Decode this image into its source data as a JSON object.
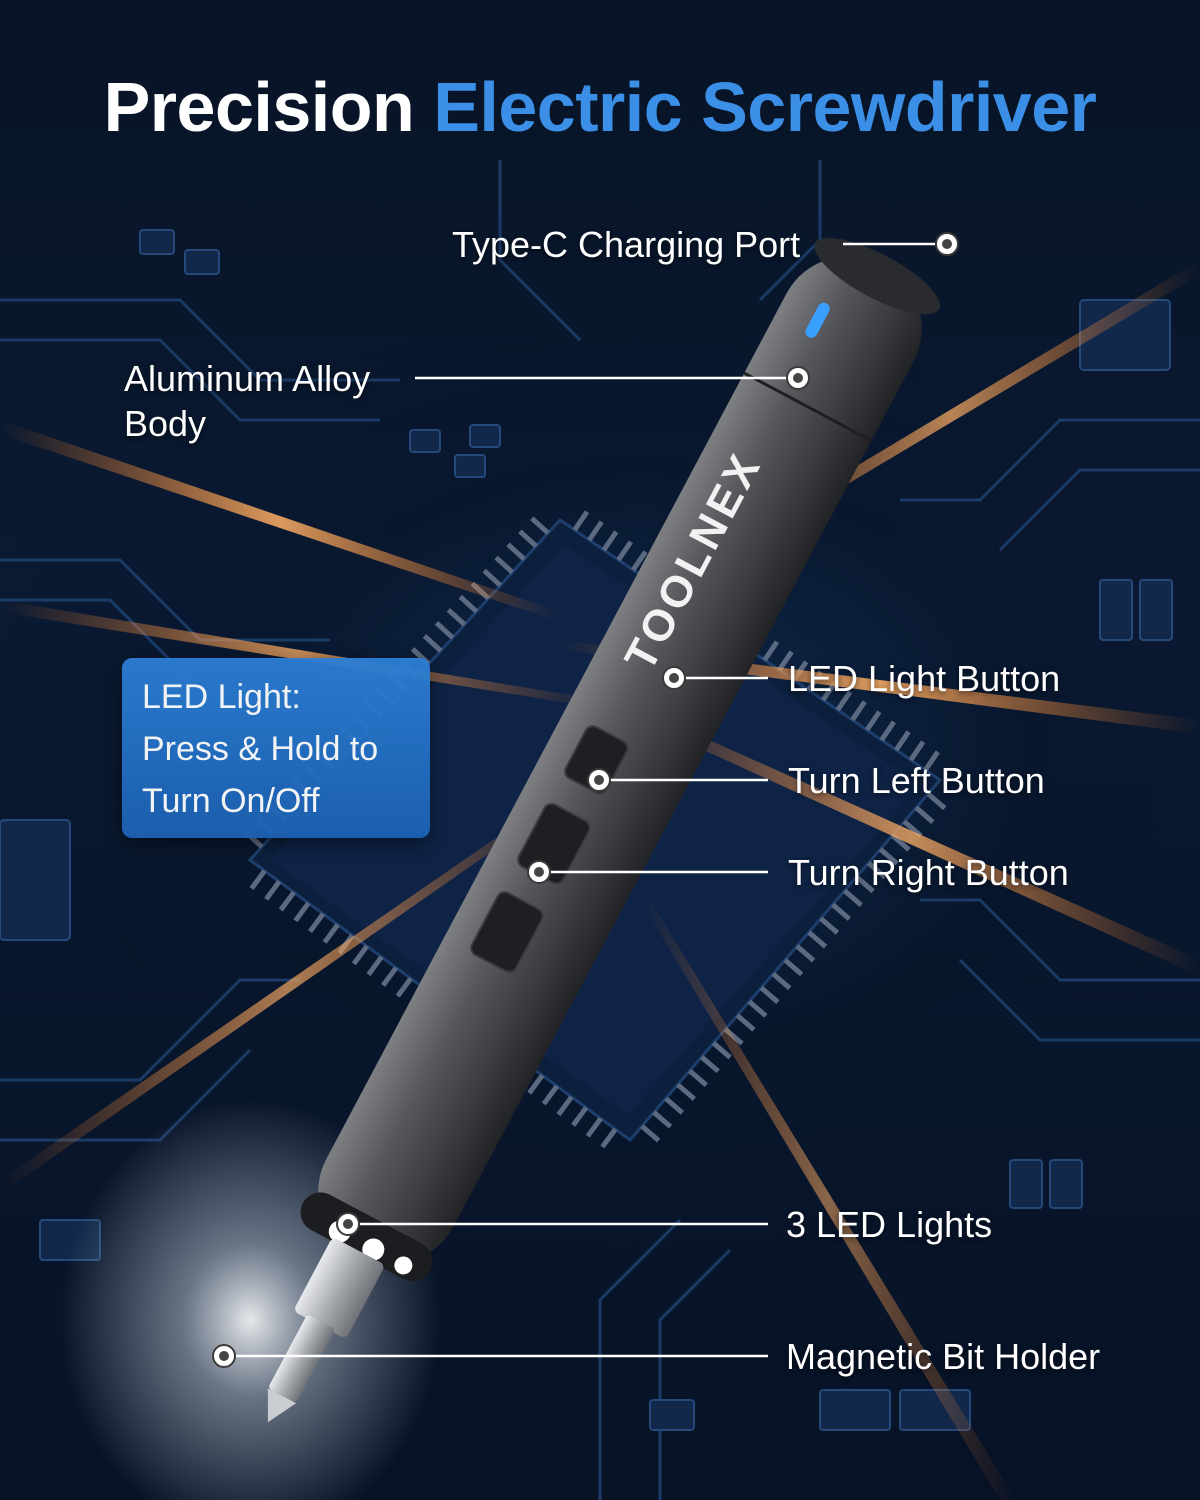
{
  "title": {
    "word1": "Precision",
    "word2": "Electric Screwdriver"
  },
  "brand": "TOOLNEX",
  "callouts": {
    "type_c": "Type-C Charging Port",
    "alloy_line1": "Aluminum Alloy",
    "alloy_line2": "Body",
    "led_button": "LED Light Button",
    "turn_left": "Turn Left Button",
    "turn_right": "Turn Right Button",
    "led_lights": "3 LED Lights",
    "bit_holder": "Magnetic Bit Holder"
  },
  "info_box": {
    "line1": "LED Light:",
    "line2": "Press & Hold to",
    "line3": "Turn On/Off"
  },
  "colors": {
    "title_accent": "#3b8fe6",
    "info_box": "#2c7fd6",
    "light_streak": "#ff8a2a",
    "indicator": "#3aa0ff"
  }
}
